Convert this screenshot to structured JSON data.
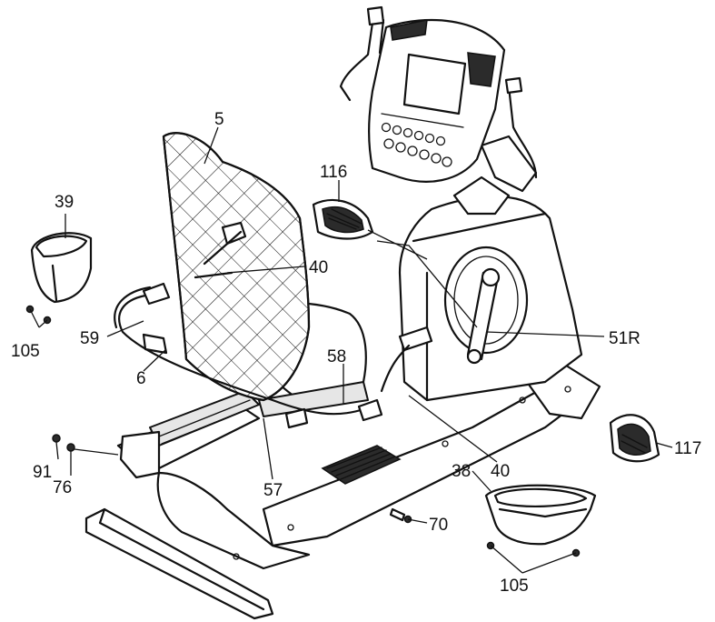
{
  "labels": [
    {
      "id": "5",
      "text": "5"
    },
    {
      "id": "39",
      "text": "39"
    },
    {
      "id": "116",
      "text": "116"
    },
    {
      "id": "40a",
      "text": "40"
    },
    {
      "id": "59",
      "text": "59"
    },
    {
      "id": "105a",
      "text": "105"
    },
    {
      "id": "6",
      "text": "6"
    },
    {
      "id": "58",
      "text": "58"
    },
    {
      "id": "51R",
      "text": "51R"
    },
    {
      "id": "91",
      "text": "91"
    },
    {
      "id": "76",
      "text": "76"
    },
    {
      "id": "57",
      "text": "57"
    },
    {
      "id": "38",
      "text": "38"
    },
    {
      "id": "40b",
      "text": "40"
    },
    {
      "id": "117",
      "text": "117"
    },
    {
      "id": "70",
      "text": "70"
    },
    {
      "id": "105b",
      "text": "105"
    }
  ]
}
